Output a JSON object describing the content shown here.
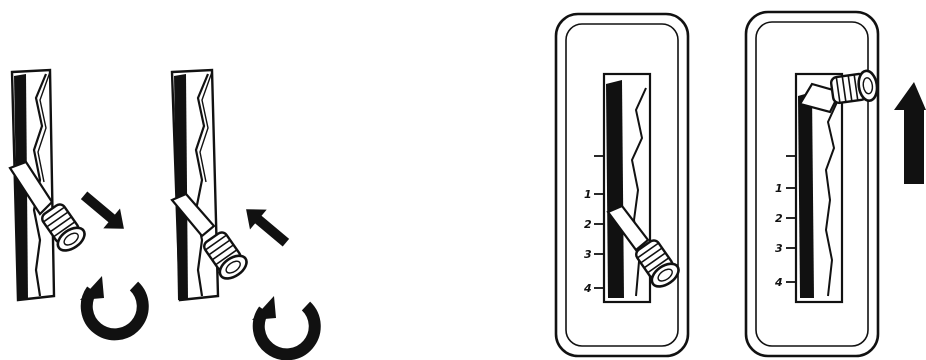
{
  "colors": {
    "ink": "#111111",
    "paper": "#ffffff"
  },
  "icons": [
    "arrow-down-right-icon",
    "arrow-up-left-icon",
    "rotate-icon",
    "arrow-up-icon"
  ],
  "panel_left": {
    "scale_labels": [
      "1",
      "2",
      "3",
      "4"
    ]
  },
  "panel_right": {
    "scale_labels": [
      "1",
      "2",
      "3",
      "4"
    ]
  }
}
